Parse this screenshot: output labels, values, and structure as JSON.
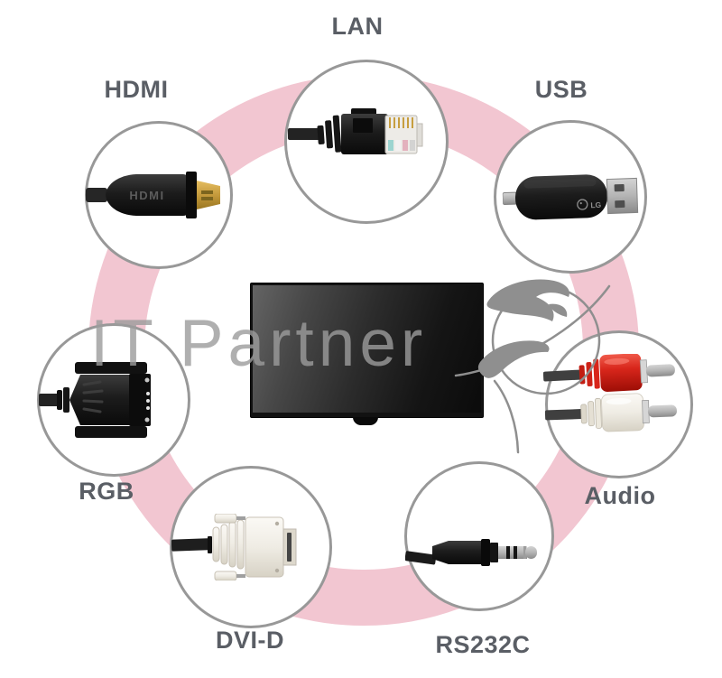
{
  "diagram": {
    "watermark": {
      "text": "IT Partner"
    },
    "ports": [
      {
        "id": "lan",
        "label": "LAN",
        "icon": "ethernet-lan-connector-icon"
      },
      {
        "id": "hdmi",
        "label": "HDMI",
        "icon": "hdmi-connector-icon",
        "connector_text": "HDMI"
      },
      {
        "id": "usb",
        "label": "USB",
        "icon": "usb-dongle-icon",
        "connector_text": "LG"
      },
      {
        "id": "rgb",
        "label": "RGB",
        "icon": "vga-connector-icon"
      },
      {
        "id": "audio",
        "label": "Audio",
        "icon": "rca-audio-connectors-icon"
      },
      {
        "id": "dvi",
        "label": "DVI-D",
        "icon": "dvi-connector-icon"
      },
      {
        "id": "rs232c",
        "label": "RS232C",
        "icon": "trs-jack-connector-icon"
      }
    ],
    "colors": {
      "ring_pink": "#f2c6d1",
      "circle_border": "#989898",
      "label_text": "#5a5e65",
      "watermark_gray": "#9c9c9c",
      "hdmi_gold": "#c49a3c",
      "rca_red": "#d8261b",
      "rca_white": "#efece4"
    }
  }
}
